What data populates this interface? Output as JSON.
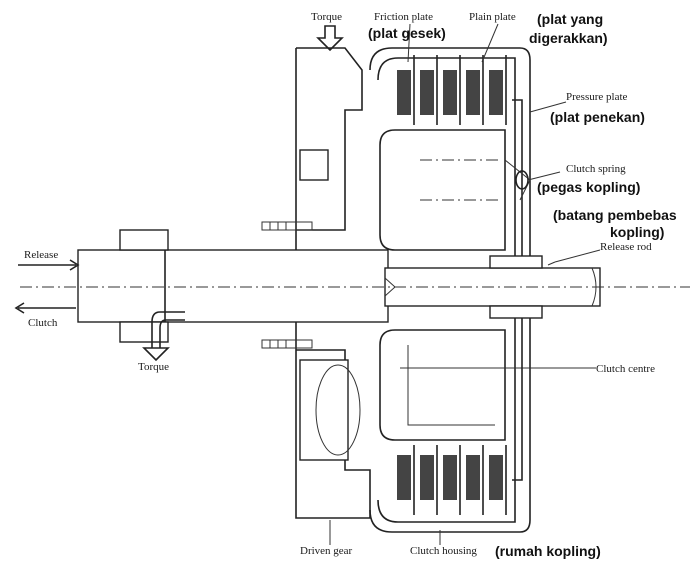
{
  "labels": {
    "torque_top": "Torque",
    "friction_plate": "Friction plate",
    "friction_plate_id": "(plat gesek)",
    "plain_plate": "Plain plate",
    "plain_plate_id_1": "(plat yang",
    "plain_plate_id_2": "digerakkan)",
    "pressure_plate": "Pressure plate",
    "pressure_plate_id": "(plat penekan)",
    "clutch_spring": "Clutch spring",
    "clutch_spring_id": "(pegas kopling)",
    "release_rod_id_1": "(batang pembebas",
    "release_rod_id_2": "kopling)",
    "release_rod": "Release rod",
    "release": "Release",
    "clutch": "Clutch",
    "torque_bottom": "Torque",
    "clutch_centre": "Clutch centre",
    "driven_gear": "Driven gear",
    "clutch_housing": "Clutch housing",
    "clutch_housing_id": "(rumah kopling)"
  }
}
